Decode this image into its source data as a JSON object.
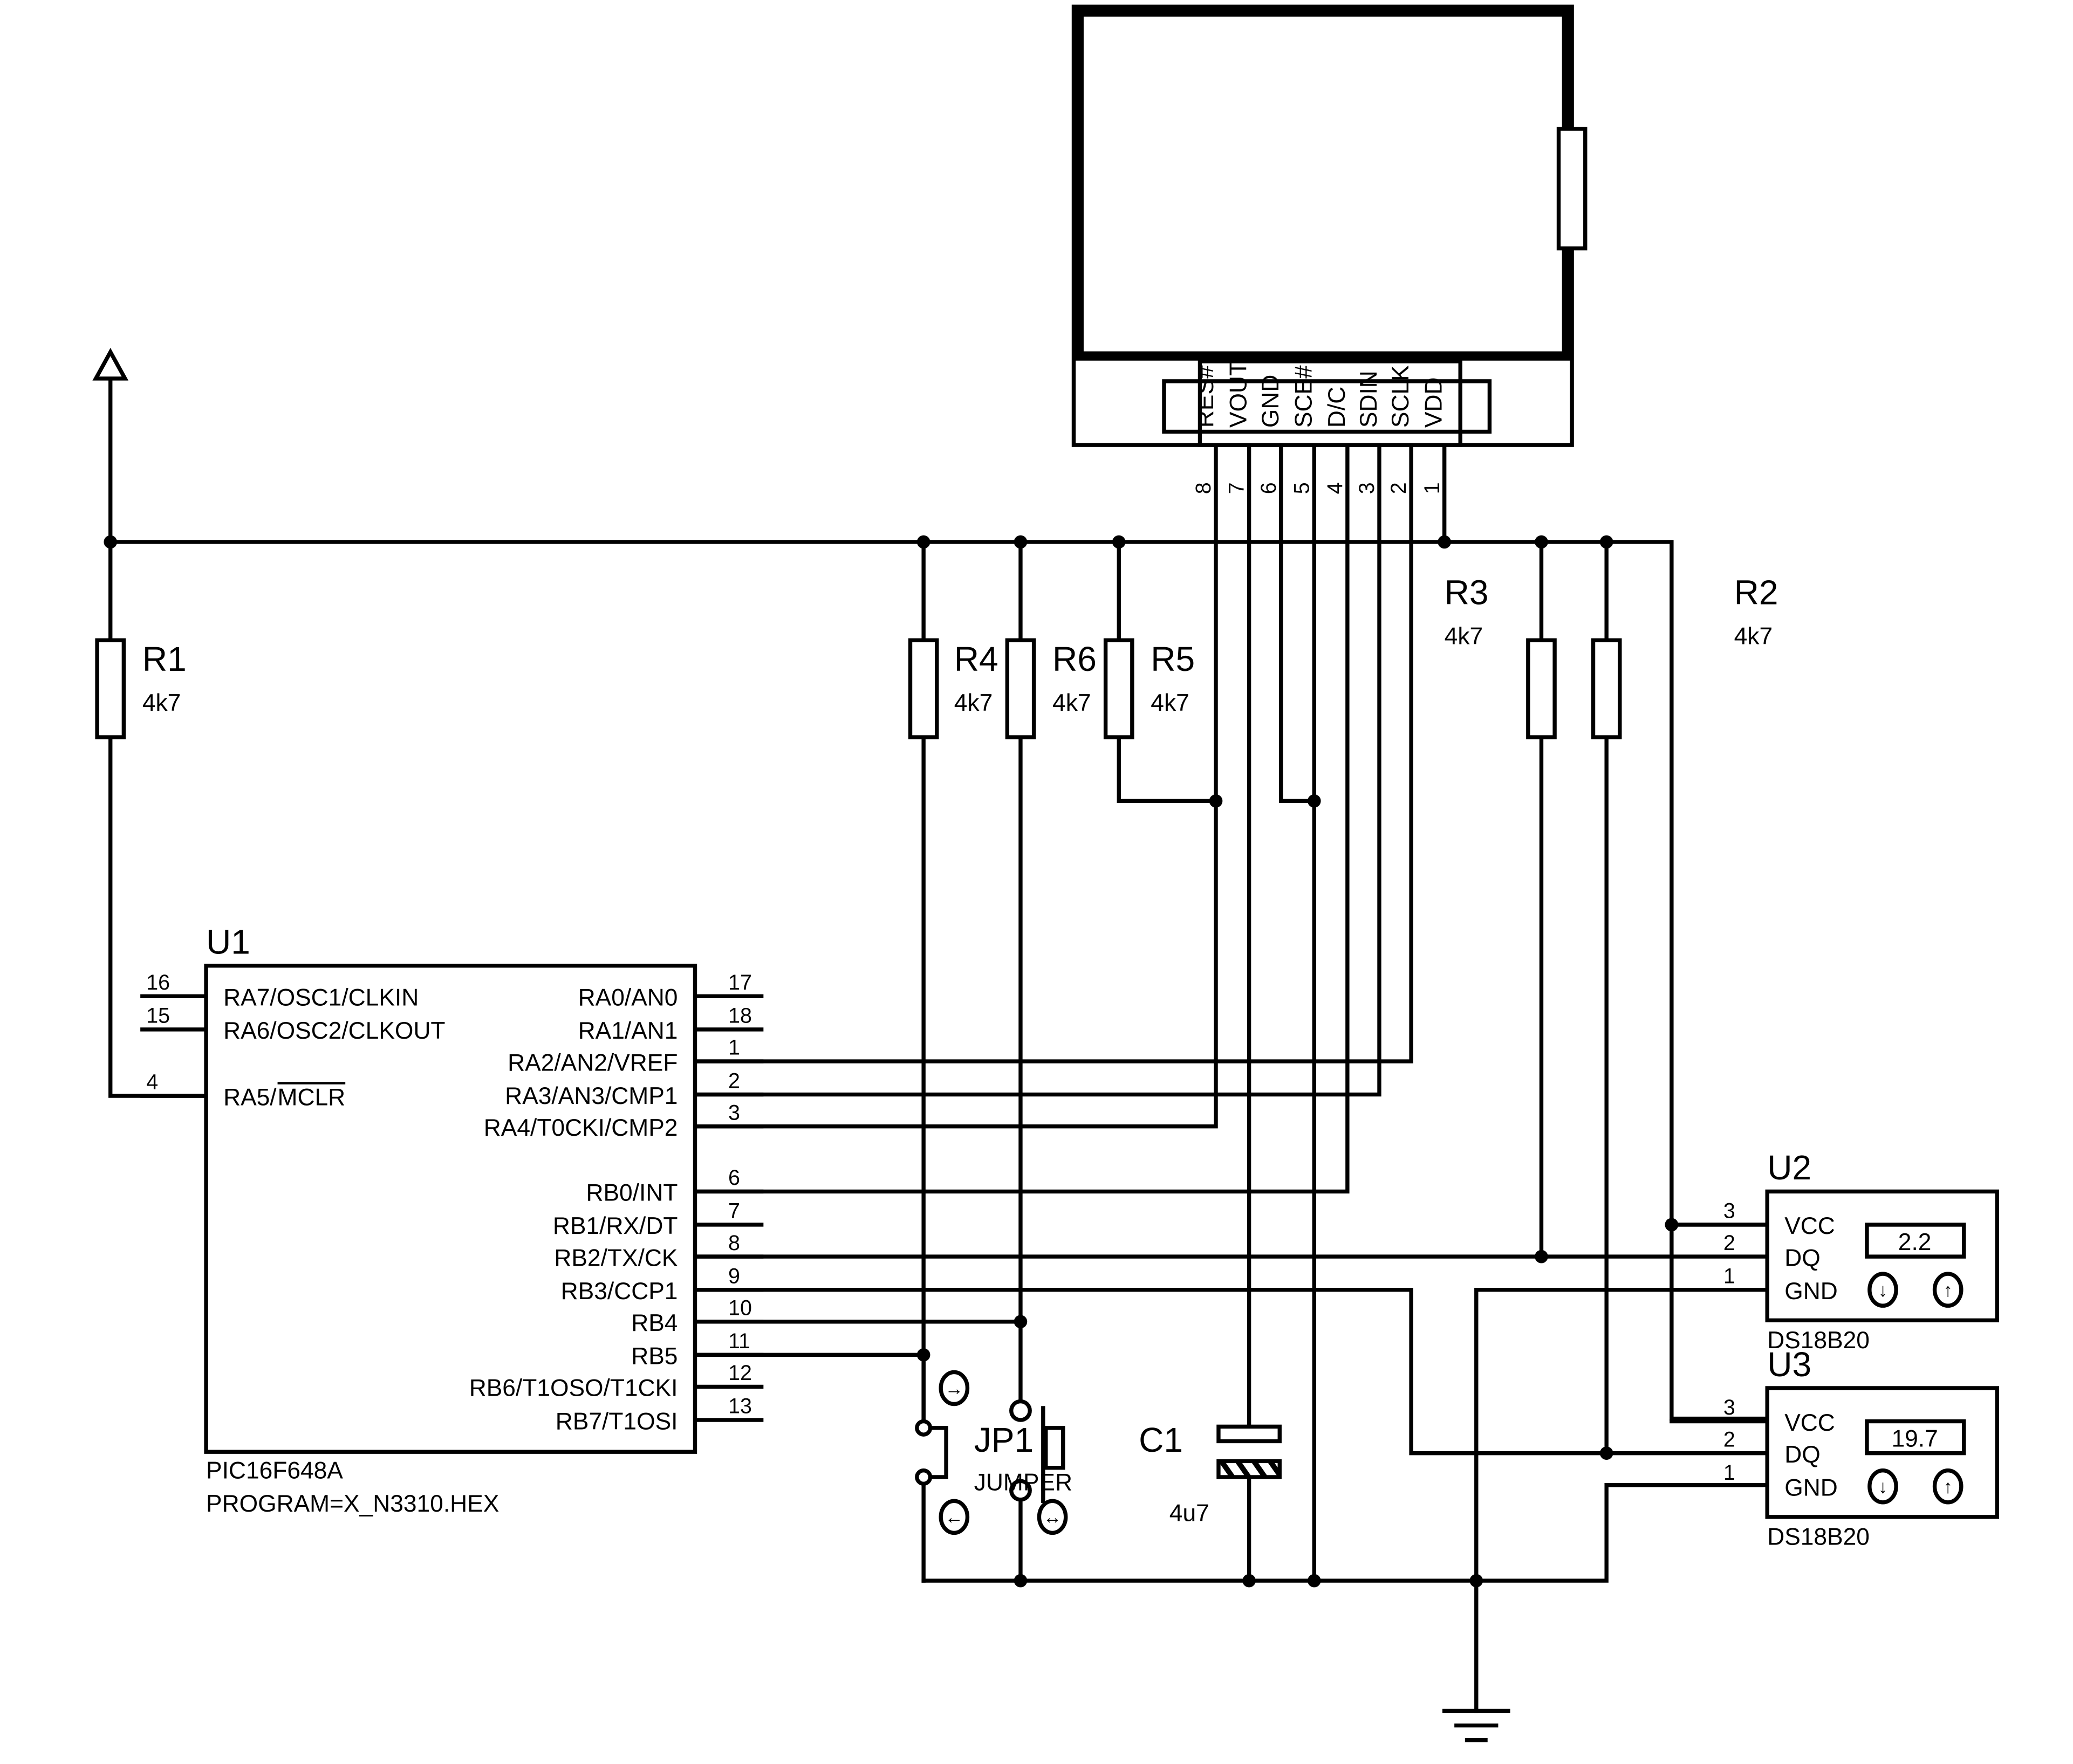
{
  "lcd": {
    "pins": [
      {
        "name": "RES#",
        "num": "8"
      },
      {
        "name": "VOUT",
        "num": "7"
      },
      {
        "name": "GND",
        "num": "6"
      },
      {
        "name": "SCE#",
        "num": "5"
      },
      {
        "name": "D/C",
        "num": "4"
      },
      {
        "name": "SDIN",
        "num": "3"
      },
      {
        "name": "SCLK",
        "num": "2"
      },
      {
        "name": "VDD",
        "num": "1"
      }
    ]
  },
  "resistors": [
    {
      "ref": "R1",
      "value": "4k7"
    },
    {
      "ref": "R4",
      "value": "4k7"
    },
    {
      "ref": "R6",
      "value": "4k7"
    },
    {
      "ref": "R5",
      "value": "4k7"
    },
    {
      "ref": "R3",
      "value": "4k7"
    },
    {
      "ref": "R2",
      "value": "4k7"
    }
  ],
  "u1": {
    "ref": "U1",
    "part": "PIC16F648A",
    "program": "PROGRAM=X_N3310.HEX",
    "left_pins": [
      {
        "name": "RA7/OSC1/CLKIN",
        "num": "16"
      },
      {
        "name": "RA6/OSC2/CLKOUT",
        "num": "15"
      },
      {
        "name": "RA5/",
        "overline": "MCLR",
        "num": "4"
      }
    ],
    "right_pins": [
      {
        "name": "RA0/AN0",
        "num": "17"
      },
      {
        "name": "RA1/AN1",
        "num": "18"
      },
      {
        "name": "RA2/AN2/VREF",
        "num": "1"
      },
      {
        "name": "RA3/AN3/CMP1",
        "num": "2"
      },
      {
        "name": "RA4/T0CKI/CMP2",
        "num": "3"
      },
      {
        "name": "RB0/INT",
        "num": "6"
      },
      {
        "name": "RB1/RX/DT",
        "num": "7"
      },
      {
        "name": "RB2/TX/CK",
        "num": "8"
      },
      {
        "name": "RB3/CCP1",
        "num": "9"
      },
      {
        "name": "RB4",
        "num": "10"
      },
      {
        "name": "RB5",
        "num": "11"
      },
      {
        "name": "RB6/T1OSO/T1CKI",
        "num": "12"
      },
      {
        "name": "RB7/T1OSI",
        "num": "13"
      }
    ]
  },
  "sensors": [
    {
      "ref": "U2",
      "part": "DS18B20",
      "reading": "2.2",
      "pins": [
        {
          "name": "VCC",
          "num": "3"
        },
        {
          "name": "DQ",
          "num": "2"
        },
        {
          "name": "GND",
          "num": "1"
        }
      ]
    },
    {
      "ref": "U3",
      "part": "DS18B20",
      "reading": "19.7",
      "pins": [
        {
          "name": "VCC",
          "num": "3"
        },
        {
          "name": "DQ",
          "num": "2"
        },
        {
          "name": "GND",
          "num": "1"
        }
      ]
    }
  ],
  "jumper": {
    "ref": "JP1",
    "label": "JUMPER"
  },
  "capacitor": {
    "ref": "C1",
    "value": "4u7"
  },
  "icons": {
    "sensor_down": "arrow-down-circle",
    "sensor_up": "arrow-up-circle",
    "jumper": [
      "arrow-right-circle",
      "arrow-left-circle",
      "arrow-both-circle"
    ]
  }
}
